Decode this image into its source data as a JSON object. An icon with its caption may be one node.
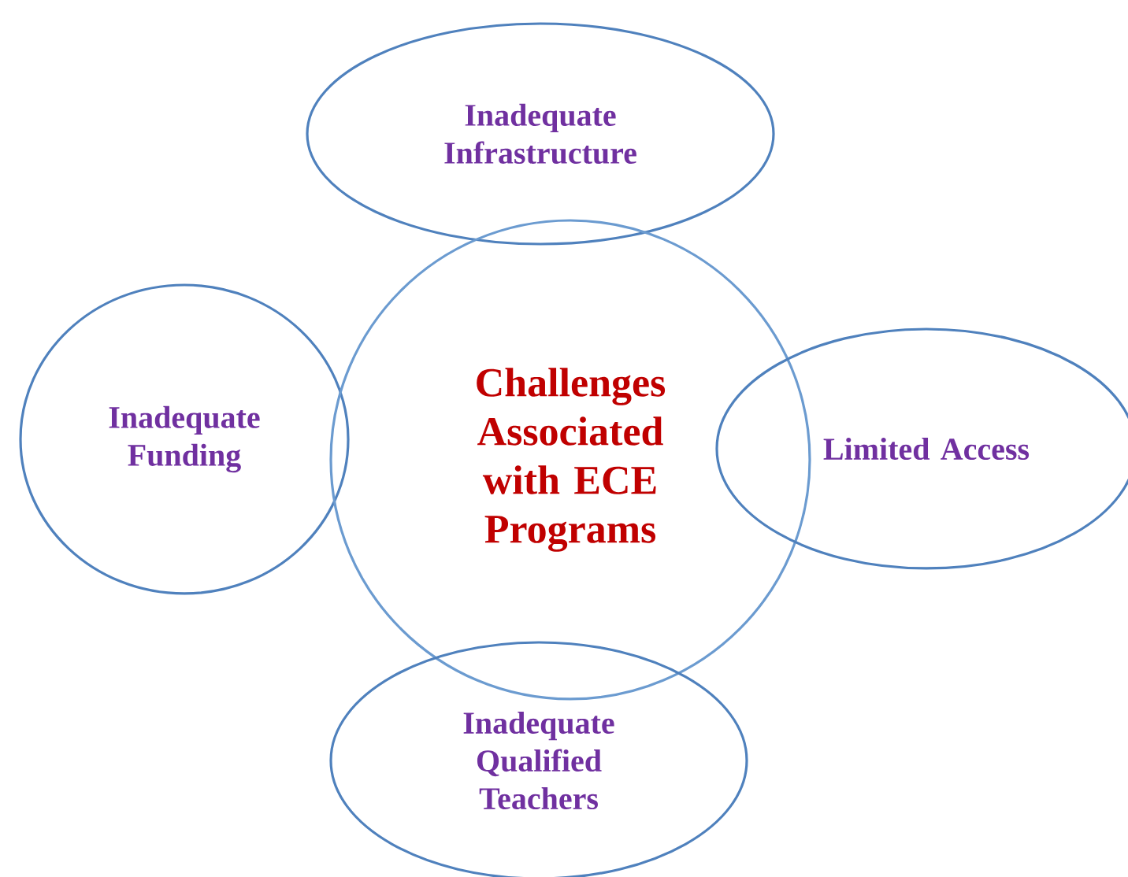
{
  "diagram": {
    "nodes": [
      {
        "text": [
          "Inadequate Infrastructure"
        ]
      },
      {
        "text": [
          "Inadequate Funding"
        ]
      },
      {
        "text": [
          "Challenges Associated with ECE Programs"
        ]
      },
      {
        "text": [
          "Limited Access"
        ]
      },
      {
        "text": [
          "Inadequate Qualified Teachers"
        ]
      }
    ]
  }
}
